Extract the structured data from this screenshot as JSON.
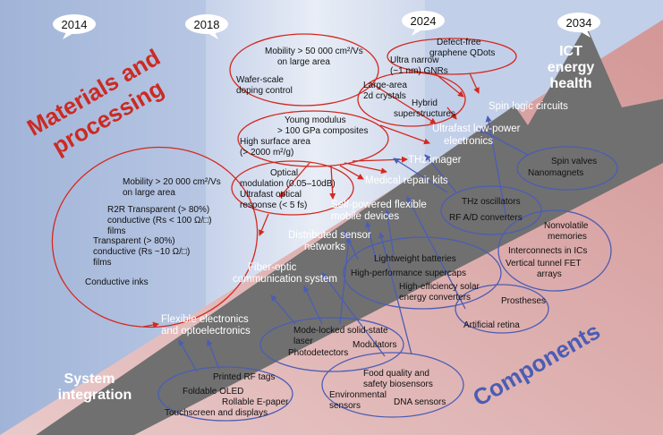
{
  "years": [
    "2014",
    "2018",
    "2024",
    "2034"
  ],
  "regions": {
    "materials": [
      "Materials and",
      "processing"
    ],
    "components": "Components",
    "system_integration": [
      "System",
      "integration"
    ],
    "destination": [
      "ICT",
      "energy",
      "health"
    ]
  },
  "arrow_applications": [
    "Spin logic circuits",
    "Ultrafast low-power",
    "electronics",
    "THz imager",
    "Medical repair kits",
    "Self-powered flexible",
    "mobile devices",
    "Distributed sensor",
    "networks",
    "Fiber-optic",
    "communication system",
    "Flexible electronics",
    "and optoelectronics"
  ],
  "materials_items": [
    "Defect-free",
    "graphene QDots",
    "Ultra narrow",
    "(~1 nm) GNRs",
    "Mobility > 50 000 cm²/Vs",
    "on large area",
    "Wafer-scale",
    "doping control",
    "Large-area",
    "2d crystals",
    "Hybrid",
    "superstructures",
    "Young modulus",
    "> 100 GPa composites",
    "High surface area",
    "(> 2000 m²/g)",
    "Optical",
    "modulation (0.05–10dB)",
    "Ultrafast optical",
    "response (< 5 fs)",
    "Mobility > 20 000 cm²/Vs",
    "on large area",
    "R2R Transparent (> 80%)",
    "conductive (Rs < 100 Ω/□)",
    "films",
    "Transparent (> 80%)",
    "conductive (Rs ~10 Ω/□)",
    "films",
    "Conductive inks"
  ],
  "component_items": [
    "Spin valves",
    "Nanomagnets",
    "THz oscillators",
    "RF A/D converters",
    "Nonvolatile",
    "memories",
    "Interconnects in ICs",
    "Vertical tunnel FET",
    "arrays",
    "Lightweight batteries",
    "High-performance supercaps",
    "High-efficiency solar",
    "energy converters",
    "Prostheses",
    "Artificial retina",
    "Mode-locked solid-state",
    "laser",
    "Modulators",
    "Photodetectors",
    "Printed RF tags",
    "Foldable OLED",
    "Rollable E-paper",
    "Touchscreen and displays",
    "Food quality and",
    "safety biosensors",
    "Environmental",
    "sensors",
    "DNA sensors"
  ],
  "colors": {
    "blue_panel": "#a4b6d8",
    "light_panel": "#dfe5f1",
    "pink_panel": "#d6a4a4",
    "arrow": "#737373",
    "red": "#d4281e",
    "blue": "#4b5db4"
  }
}
